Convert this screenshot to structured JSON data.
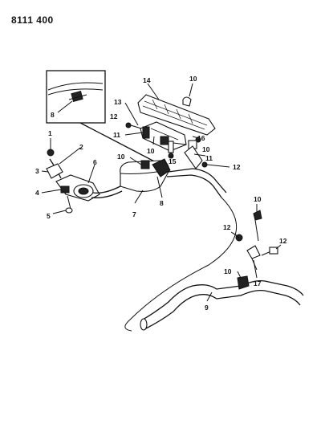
{
  "diagram_id": "8111 400",
  "callouts": [
    {
      "id": "c1",
      "text": "1"
    },
    {
      "id": "c2",
      "text": "2"
    },
    {
      "id": "c3",
      "text": "3"
    },
    {
      "id": "c4",
      "text": "4"
    },
    {
      "id": "c5",
      "text": "5"
    },
    {
      "id": "c6",
      "text": "6"
    },
    {
      "id": "c7",
      "text": "7"
    },
    {
      "id": "c8a",
      "text": "8"
    },
    {
      "id": "c8b",
      "text": "8"
    },
    {
      "id": "c9",
      "text": "9"
    },
    {
      "id": "c10a",
      "text": "10"
    },
    {
      "id": "c10b",
      "text": "10"
    },
    {
      "id": "c10c",
      "text": "10"
    },
    {
      "id": "c10d",
      "text": "10"
    },
    {
      "id": "c10e",
      "text": "10"
    },
    {
      "id": "c10f",
      "text": "10"
    },
    {
      "id": "c11a",
      "text": "11"
    },
    {
      "id": "c11b",
      "text": "11"
    },
    {
      "id": "c12a",
      "text": "12"
    },
    {
      "id": "c12b",
      "text": "12"
    },
    {
      "id": "c12c",
      "text": "12"
    },
    {
      "id": "c12d",
      "text": "12"
    },
    {
      "id": "c13",
      "text": "13"
    },
    {
      "id": "c14",
      "text": "14"
    },
    {
      "id": "c15",
      "text": "15"
    },
    {
      "id": "c16",
      "text": "16"
    },
    {
      "id": "c17",
      "text": "17"
    }
  ]
}
